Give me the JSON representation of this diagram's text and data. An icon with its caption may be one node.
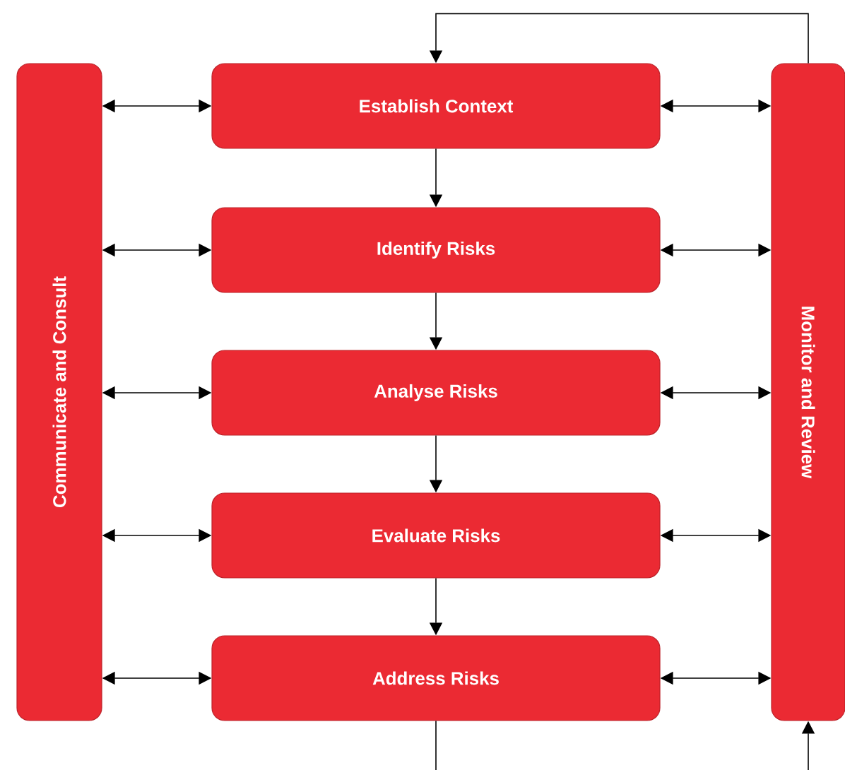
{
  "diagram": {
    "nodes": [
      {
        "text": [
          "Establish Context"
        ]
      },
      {
        "text": [
          "Identify Risks"
        ]
      },
      {
        "text": [
          "Analyse Risks"
        ]
      },
      {
        "text": [
          "Evaluate Risks"
        ]
      },
      {
        "text": [
          "Address Risks"
        ]
      },
      {
        "text": [
          "Communicate and Consult"
        ]
      },
      {
        "text": [
          "Monitor and Review"
        ]
      }
    ],
    "edges": [
      {
        "from": 0,
        "to": 1,
        "arrow": "to"
      },
      {
        "from": 1,
        "to": 2,
        "arrow": "to"
      },
      {
        "from": 2,
        "to": 3,
        "arrow": "to"
      },
      {
        "from": 3,
        "to": 4,
        "arrow": "to"
      },
      {
        "from": 5,
        "to": 0,
        "arrow": "both"
      },
      {
        "from": 5,
        "to": 1,
        "arrow": "both"
      },
      {
        "from": 5,
        "to": 2,
        "arrow": "both"
      },
      {
        "from": 5,
        "to": 3,
        "arrow": "both"
      },
      {
        "from": 5,
        "to": 4,
        "arrow": "both"
      },
      {
        "from": 0,
        "to": 6,
        "arrow": "both"
      },
      {
        "from": 1,
        "to": 6,
        "arrow": "both"
      },
      {
        "from": 2,
        "to": 6,
        "arrow": "both"
      },
      {
        "from": 3,
        "to": 6,
        "arrow": "both"
      },
      {
        "from": 4,
        "to": 6,
        "arrow": "both"
      },
      {
        "from": 6,
        "to": 0,
        "arrow": "to"
      },
      {
        "from": 4,
        "to": null,
        "arrow": "none"
      },
      {
        "from": null,
        "to": 6,
        "arrow": "to"
      }
    ]
  }
}
